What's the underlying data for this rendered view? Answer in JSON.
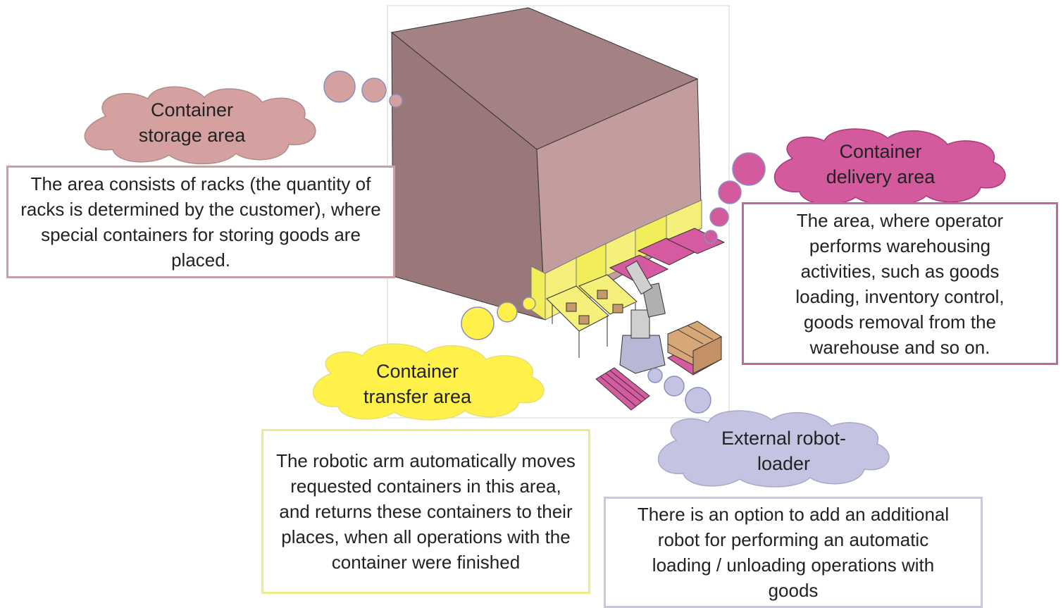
{
  "colors": {
    "storage": "#d4a0a0",
    "storage_border": "#b08c8c",
    "delivery": "#d45a9e",
    "delivery_border": "#a83a7a",
    "transfer": "#fff04a",
    "transfer_border": "#e6e07a",
    "robot": "#c4c4e2",
    "robot_border": "#a8a8c8",
    "building_front": "#9c7a7c",
    "building_top": "#a58385",
    "building_right": "#c29a9c"
  },
  "storage": {
    "title": "Container storage area",
    "title_line1": "Container",
    "title_line2": "storage area",
    "description": "The area consists of racks (the quantity of racks is determined by the customer), where special containers for storing goods are placed."
  },
  "delivery": {
    "title": "Container delivery area",
    "title_line1": "Container",
    "title_line2": "delivery area",
    "description": "The area, where operator performs warehousing activities, such as goods loading, inventory control, goods removal from the warehouse and so on."
  },
  "transfer": {
    "title": "Container transfer area",
    "title_line1": "Container",
    "title_line2": "transfer area",
    "description": "The robotic arm automatically moves requested containers in this area, and returns these containers to their places, when all operations with the container were finished"
  },
  "robot": {
    "title": "External robot-loader",
    "title_line1": "External robot-",
    "title_line2": "loader",
    "description": "There is an option to add an additional robot for performing an automatic loading / unloading operations with goods"
  }
}
